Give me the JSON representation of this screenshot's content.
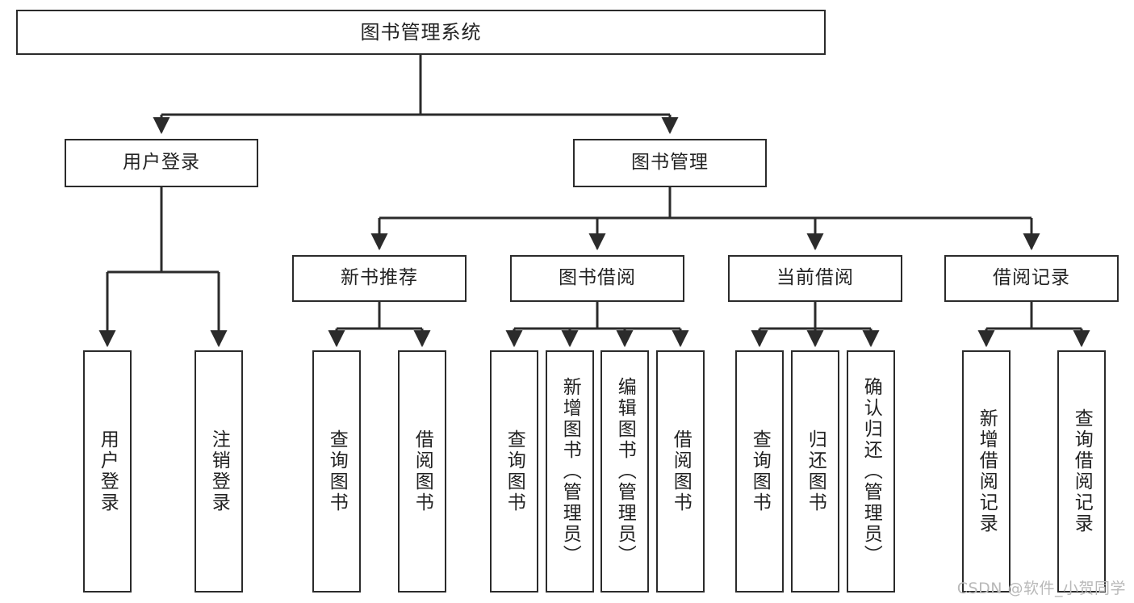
{
  "diagram": {
    "type": "tree-hierarchy-diagram",
    "title": "图书管理系统",
    "orientation": "top-down",
    "line_color": "#2b2b2b",
    "box_fill": "#ffffff",
    "text_color": "#222222",
    "watermark": "CSDN @软件_小贺同学"
  },
  "root": {
    "label": "图书管理系统"
  },
  "level2": [
    {
      "label": "用户登录"
    },
    {
      "label": "图书管理"
    }
  ],
  "level3": [
    {
      "label": "新书推荐"
    },
    {
      "label": "图书借阅"
    },
    {
      "label": "当前借阅"
    },
    {
      "label": "借阅记录"
    }
  ],
  "leaves": {
    "user_login": [
      {
        "label": "用户登录"
      },
      {
        "label": "注销登录"
      }
    ],
    "new_book_recommend": [
      {
        "label": "查询图书"
      },
      {
        "label": "借阅图书"
      }
    ],
    "book_borrow": [
      {
        "label": "查询图书"
      },
      {
        "label": "新增图书（管理员）"
      },
      {
        "label": "编辑图书（管理员）"
      },
      {
        "label": "借阅图书"
      }
    ],
    "current_borrow": [
      {
        "label": "查询图书"
      },
      {
        "label": "归还图书"
      },
      {
        "label": "确认归还（管理员）"
      }
    ],
    "borrow_record": [
      {
        "label": "新增借阅记录"
      },
      {
        "label": "查询借阅记录"
      }
    ]
  }
}
